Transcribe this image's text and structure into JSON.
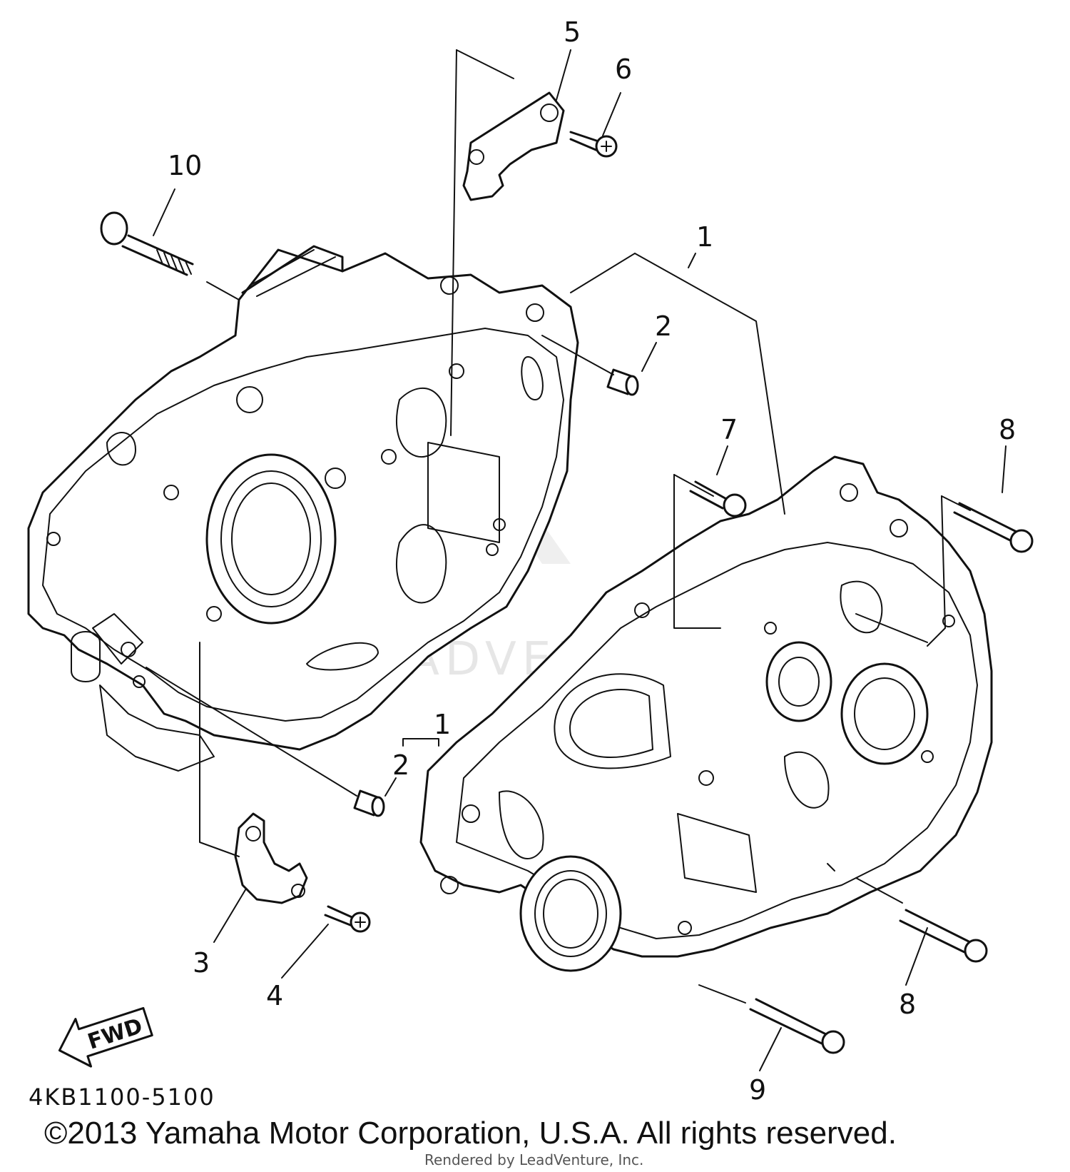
{
  "diagram": {
    "callouts": [
      {
        "id": "c5",
        "label": "5"
      },
      {
        "id": "c6",
        "label": "6"
      },
      {
        "id": "c10",
        "label": "10"
      },
      {
        "id": "c1a",
        "label": "1"
      },
      {
        "id": "c2a",
        "label": "2"
      },
      {
        "id": "c7",
        "label": "7"
      },
      {
        "id": "c8a",
        "label": "8"
      },
      {
        "id": "c1b",
        "label": "1"
      },
      {
        "id": "c2b",
        "label": "2"
      },
      {
        "id": "c3",
        "label": "3"
      },
      {
        "id": "c4",
        "label": "4"
      },
      {
        "id": "c8b",
        "label": "8"
      },
      {
        "id": "c9",
        "label": "9"
      }
    ],
    "fwd_label": "FWD",
    "part_code": "4KB1100-5100",
    "copyright": "©2013 Yamaha Motor Corporation, U.S.A. All rights reserved.",
    "rendered_by": "Rendered by LeadVenture, Inc.",
    "watermark": "LEADVENTURE"
  }
}
